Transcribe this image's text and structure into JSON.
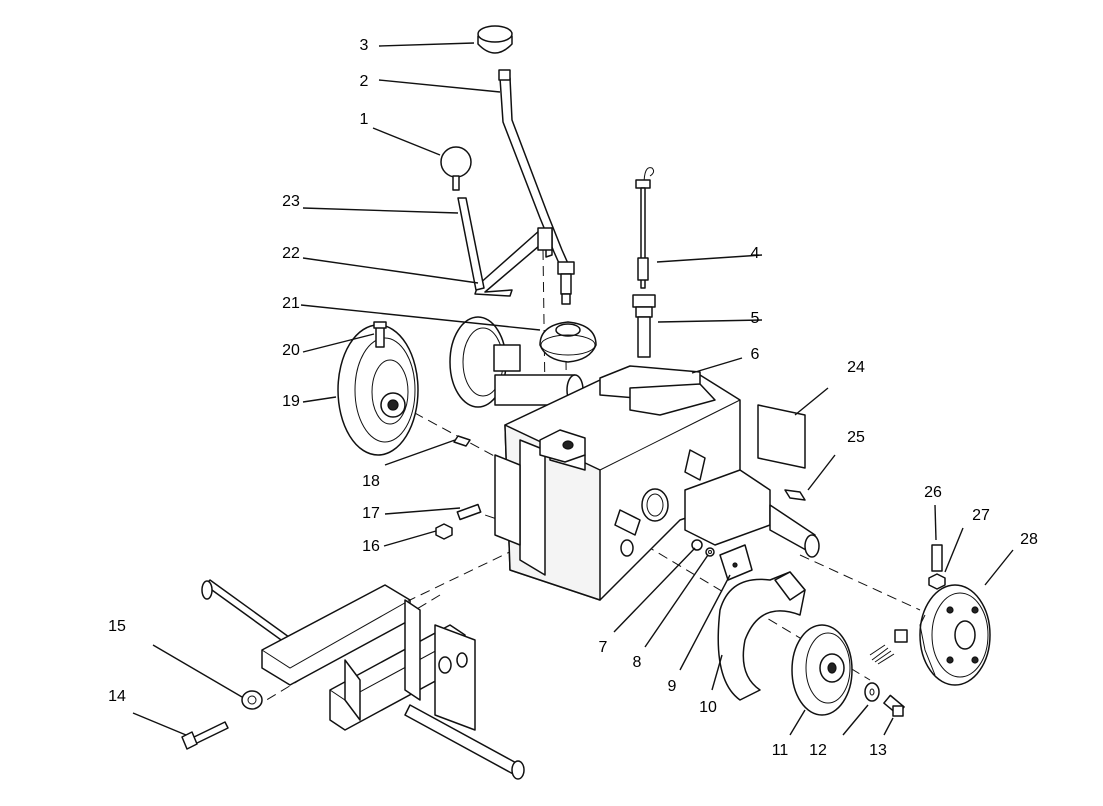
{
  "callouts": [
    {
      "id": "c1",
      "label": "1"
    },
    {
      "id": "c2",
      "label": "2"
    },
    {
      "id": "c3",
      "label": "3"
    },
    {
      "id": "c4",
      "label": "4"
    },
    {
      "id": "c5",
      "label": "5"
    },
    {
      "id": "c6",
      "label": "6"
    },
    {
      "id": "c7",
      "label": "7"
    },
    {
      "id": "c8",
      "label": "8"
    },
    {
      "id": "c9",
      "label": "9"
    },
    {
      "id": "c10",
      "label": "10"
    },
    {
      "id": "c11",
      "label": "11"
    },
    {
      "id": "c12",
      "label": "12"
    },
    {
      "id": "c13",
      "label": "13"
    },
    {
      "id": "c14",
      "label": "14"
    },
    {
      "id": "c15",
      "label": "15"
    },
    {
      "id": "c16",
      "label": "16"
    },
    {
      "id": "c17",
      "label": "17"
    },
    {
      "id": "c18",
      "label": "18"
    },
    {
      "id": "c19",
      "label": "19"
    },
    {
      "id": "c20",
      "label": "20"
    },
    {
      "id": "c21",
      "label": "21"
    },
    {
      "id": "c22",
      "label": "22"
    },
    {
      "id": "c23",
      "label": "23"
    },
    {
      "id": "c24",
      "label": "24"
    },
    {
      "id": "c25",
      "label": "25"
    },
    {
      "id": "c26",
      "label": "26"
    },
    {
      "id": "c27",
      "label": "27"
    },
    {
      "id": "c28",
      "label": "28"
    }
  ]
}
